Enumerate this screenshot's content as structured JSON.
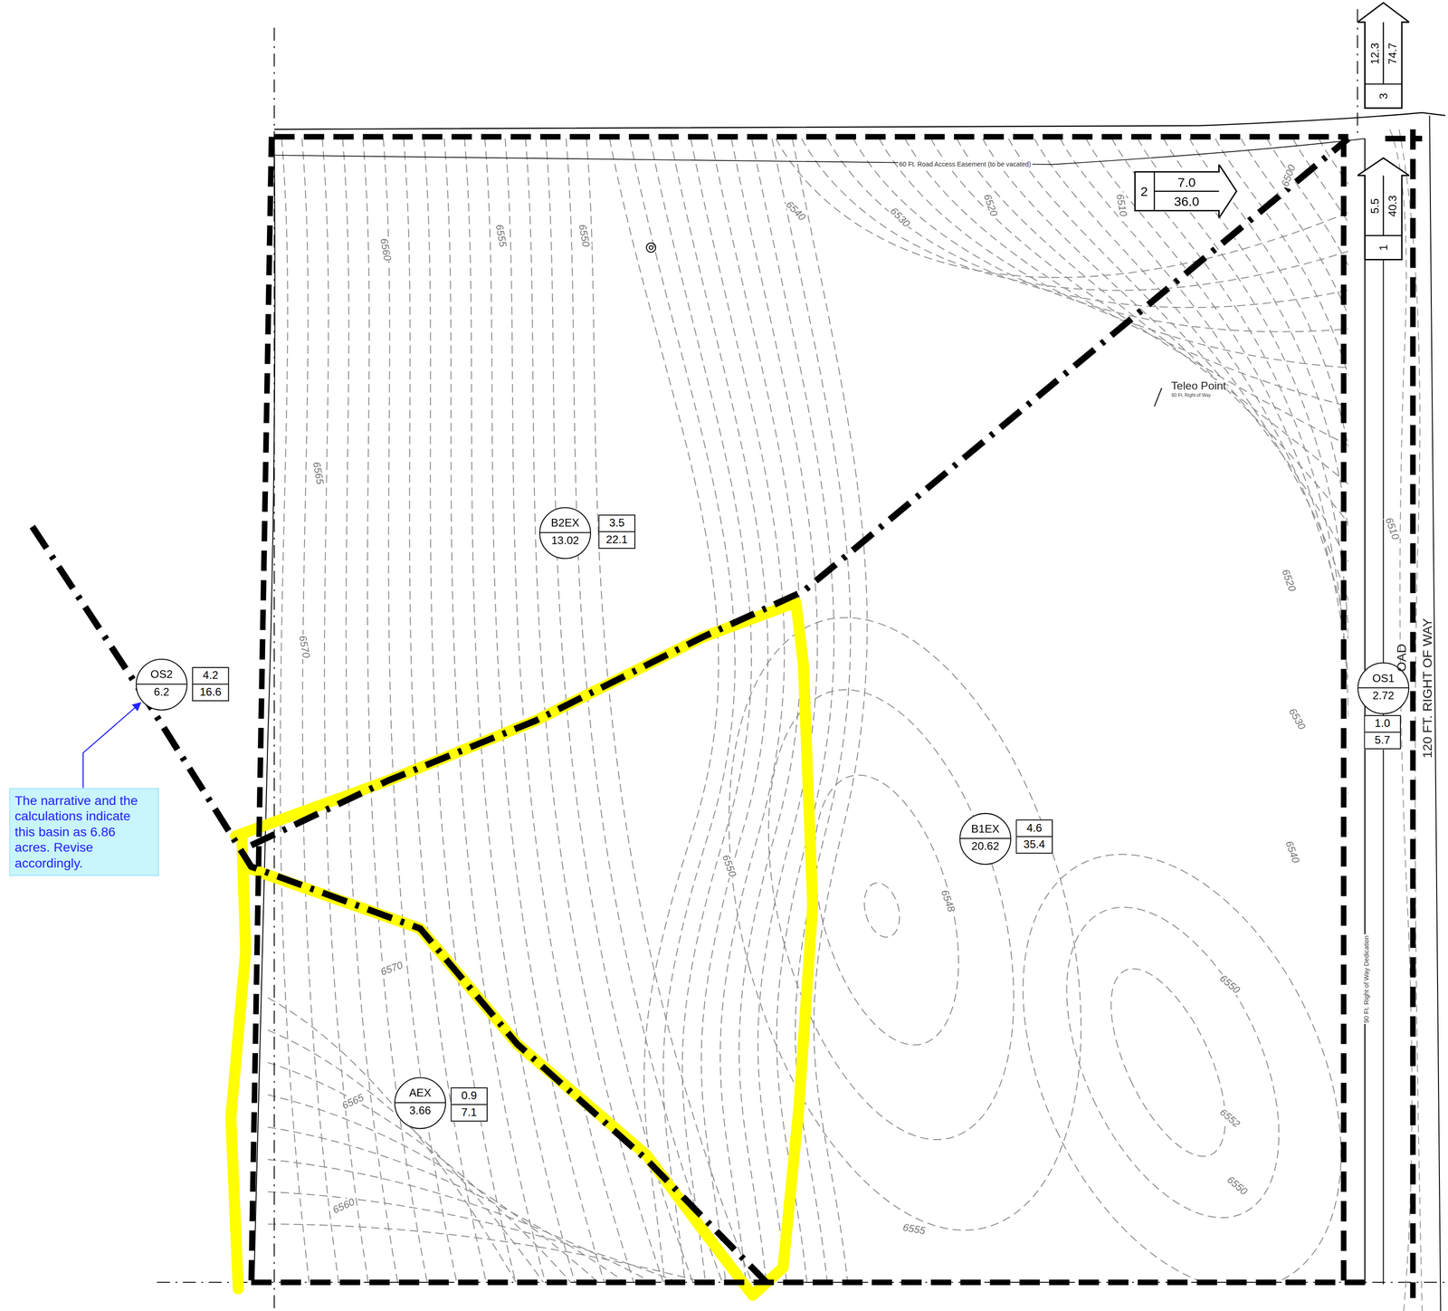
{
  "diagram": {
    "nodes": [
      {
        "text": [
          "3",
          "12.3",
          "74.7"
        ]
      },
      {
        "text": [
          "1",
          "5.5",
          "40.3"
        ]
      },
      {
        "text": [
          "2",
          "7.0",
          "36.0"
        ]
      },
      {
        "text": [
          "B2EX",
          "13.02"
        ]
      },
      {
        "text": [
          "3.5",
          "22.1"
        ]
      },
      {
        "text": [
          "OS1",
          "2.72"
        ]
      },
      {
        "text": [
          "1.0",
          "5.7"
        ]
      },
      {
        "text": [
          "OS2",
          "6.2"
        ]
      },
      {
        "text": [
          "4.2",
          "16.6"
        ]
      },
      {
        "text": [
          "The narrative and the calculations indicate this basin as 6.86 acres. Revise accordingly."
        ]
      },
      {
        "text": [
          "B1EX",
          "20.62"
        ]
      },
      {
        "text": [
          "4.6",
          "35.4"
        ]
      },
      {
        "text": [
          "AEX",
          "3.66"
        ]
      },
      {
        "text": [
          "0.9",
          "7.1"
        ]
      }
    ],
    "edges": [
      {
        "from": 9,
        "to": 7,
        "arrow": "to"
      }
    ],
    "labels": [
      "60 Ft. Road Access Easement (to be vacated)",
      "6560",
      "6555",
      "6550",
      "6540",
      "6530",
      "6520",
      "6510",
      "6500",
      "Teleo Point",
      "60 Ft. Right of Way",
      "6565",
      "6510",
      "6520",
      "6570",
      "OAD",
      "120 FT. RIGHT OF WAY",
      "6530",
      "6540",
      "6550",
      "6548",
      "90 Ft. Right of Way Dedication",
      "6570",
      "6550",
      "6565",
      "6552",
      "6550",
      "6560",
      "6555"
    ]
  }
}
